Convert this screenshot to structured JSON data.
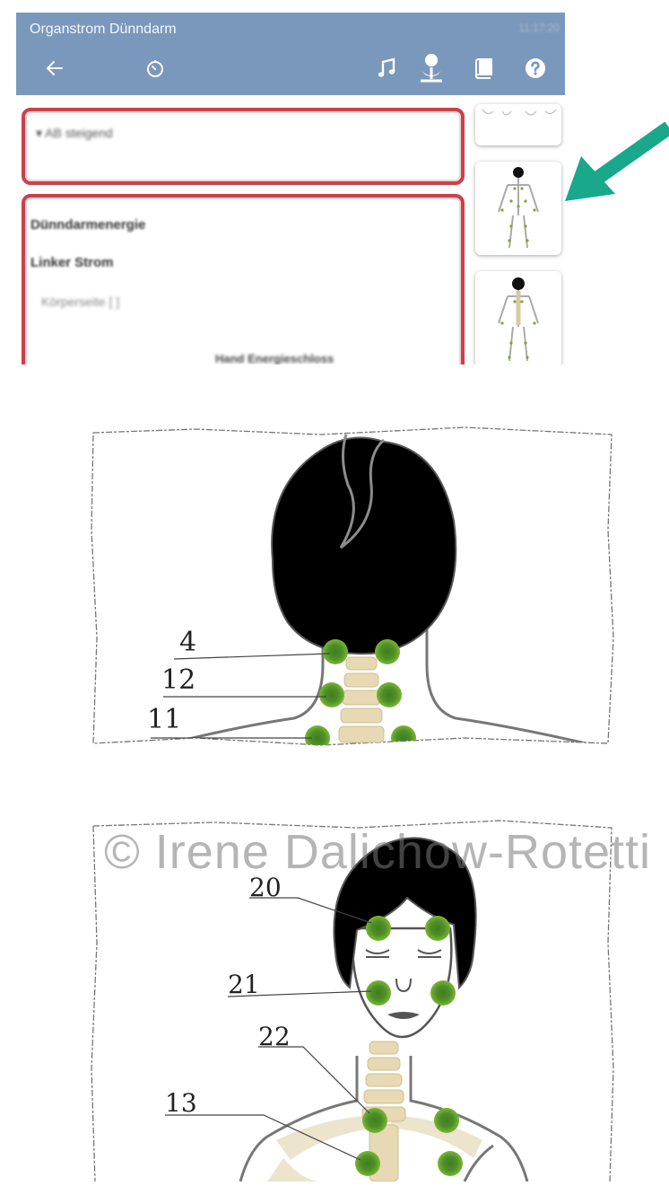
{
  "app": {
    "title": "Organstrom Dünndarm",
    "time": "11:17:20",
    "colors": {
      "appbar": "#7a98bb",
      "card_border": "#c8414b",
      "arrow": "#1aa88c",
      "point_green": "#6aa72a"
    }
  },
  "toolbar": {
    "icons": [
      "back-arrow-icon",
      "timer-icon",
      "music-note-icon",
      "meditation-icon",
      "book-icon",
      "help-icon"
    ]
  },
  "dropdown": {
    "label": "▾ AB steigend"
  },
  "energy": {
    "heading": "Dünndarmenergie",
    "subheading": "Linker Strom",
    "side": "Körperseite [ ]",
    "footer": "Hand Energieschloss"
  },
  "neck_view": {
    "labels": [
      "4",
      "12",
      "11"
    ]
  },
  "face_view": {
    "watermark": "© Irene Dalichow-Rotetti",
    "labels": [
      "20",
      "21",
      "22",
      "13"
    ]
  }
}
